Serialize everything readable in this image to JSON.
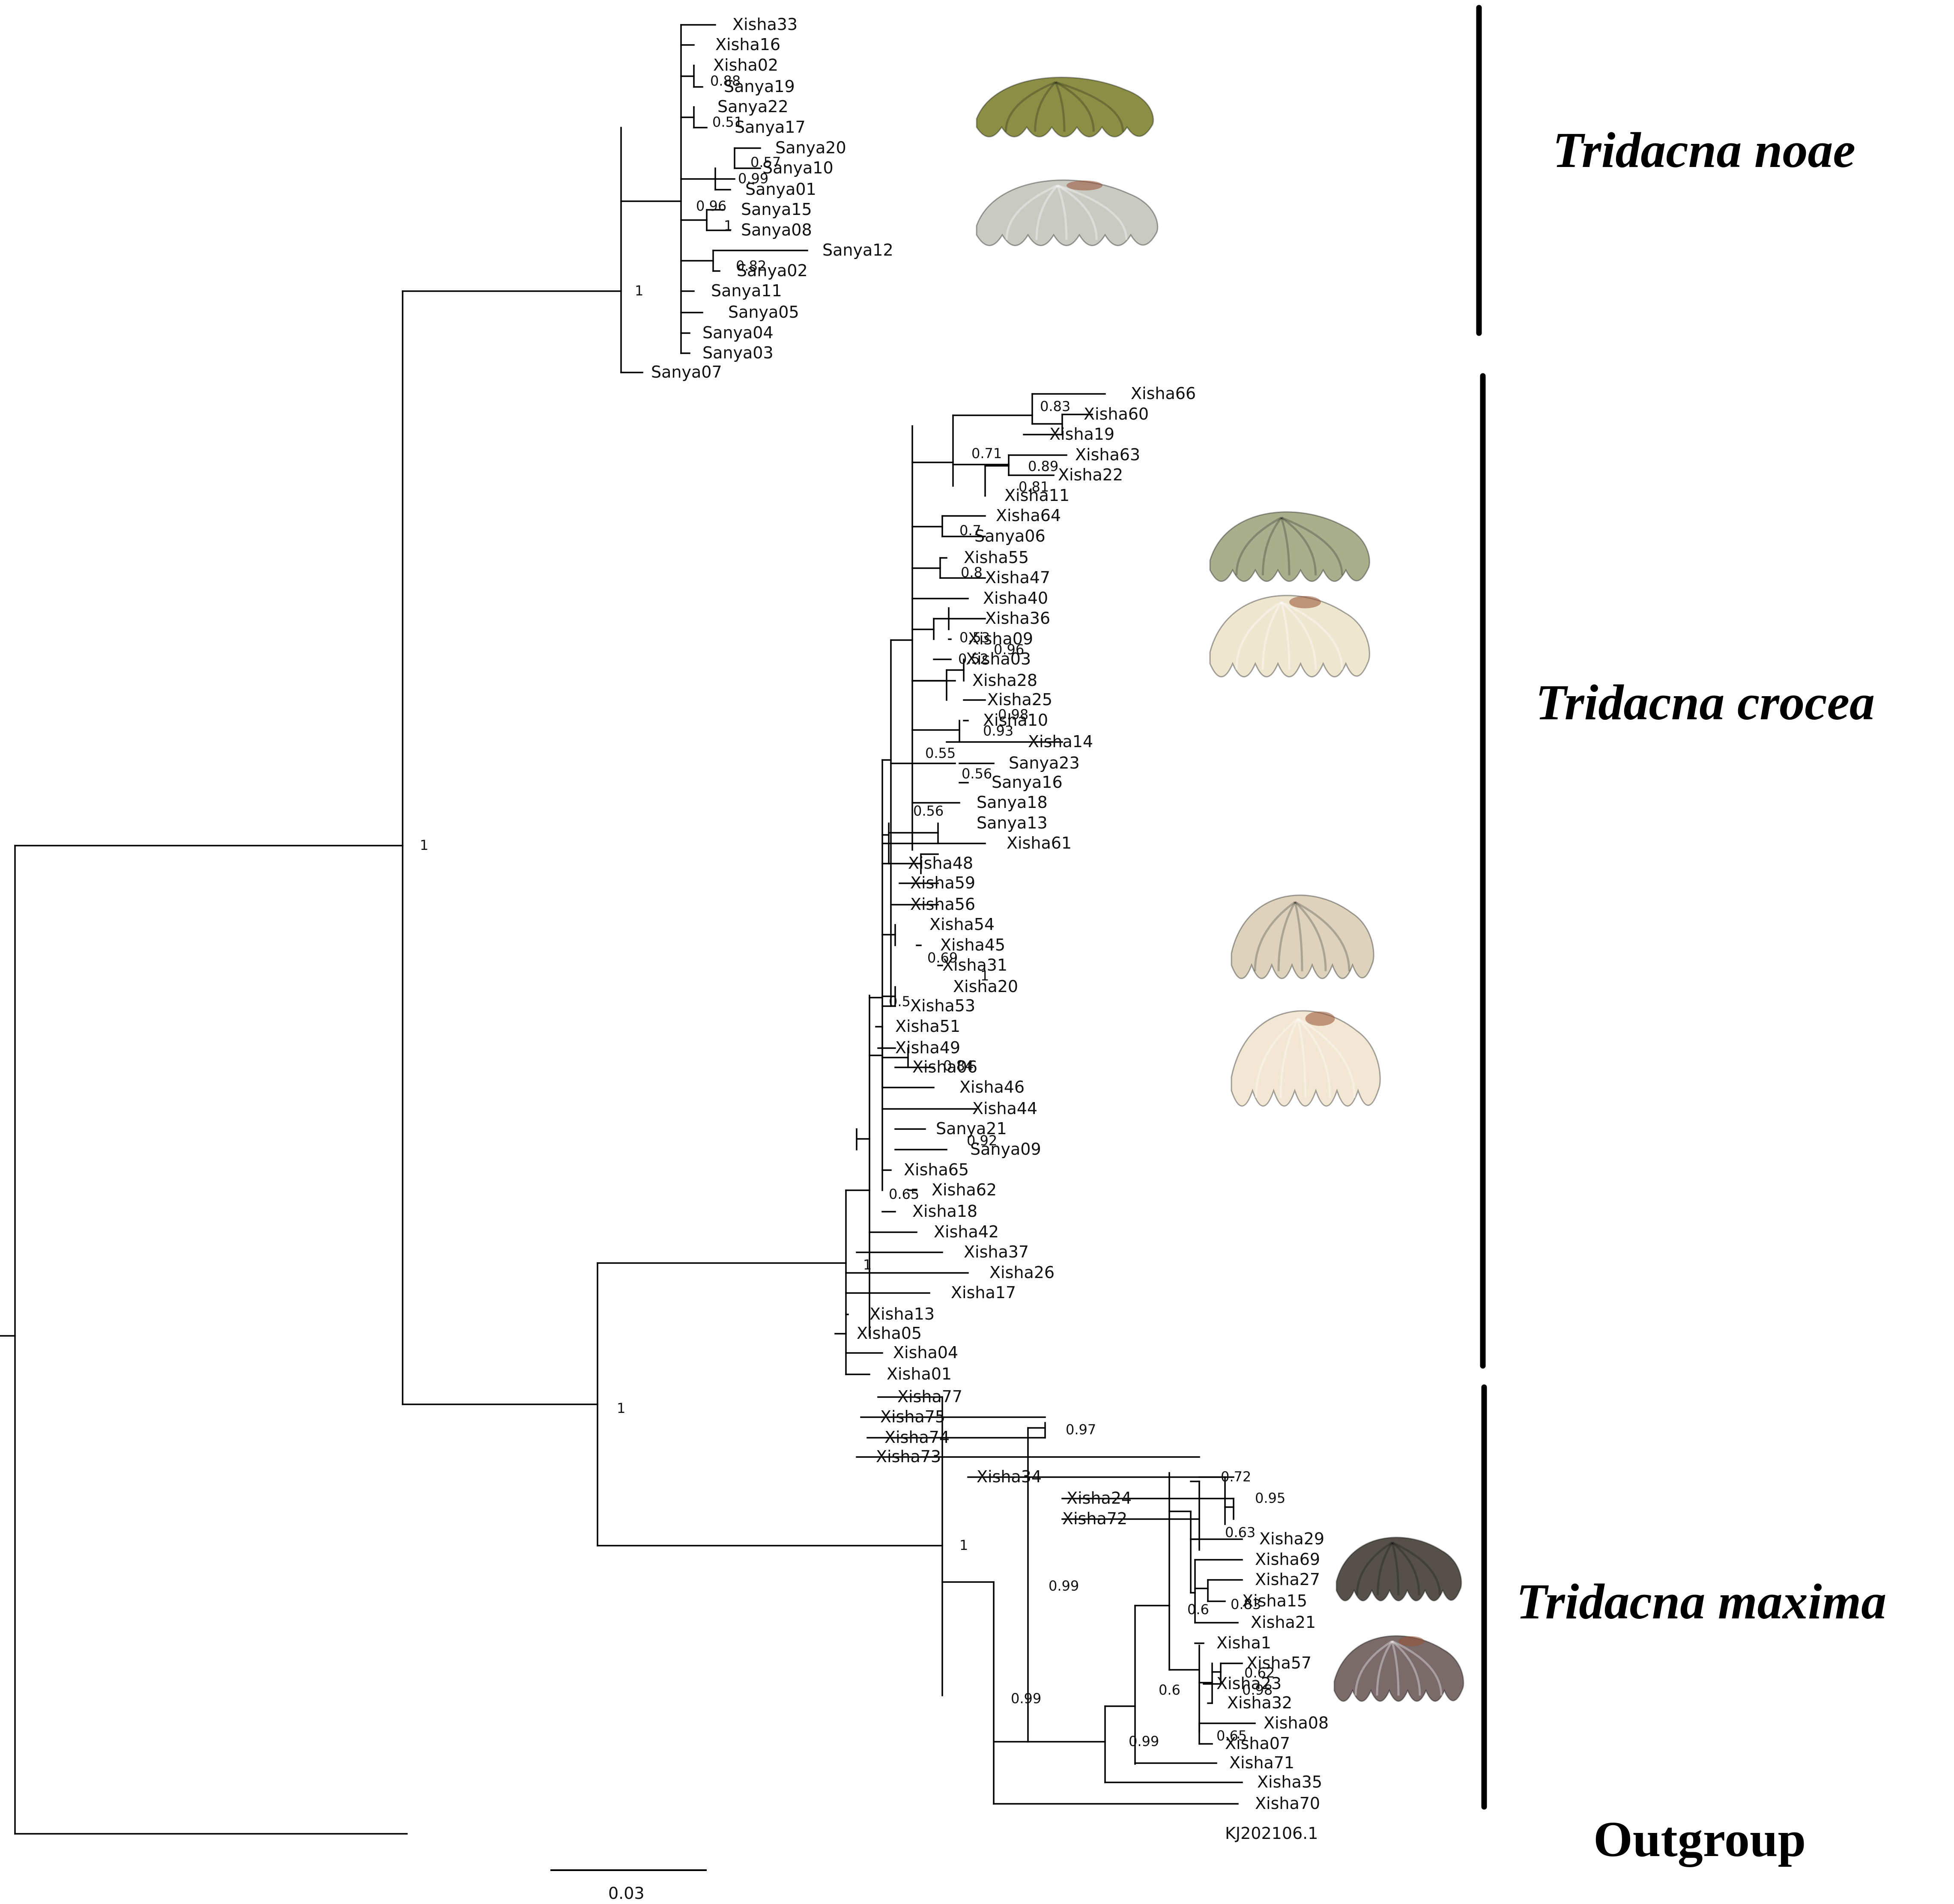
{
  "groups": [
    {
      "id": "noae",
      "label": "Tridacna noae",
      "leaves": [
        "Xisha33",
        "Xisha16",
        "Xisha02",
        "Sanya19",
        "Sanya22",
        "Sanya17",
        "Sanya20",
        "Sanya10",
        "Sanya01",
        "Sanya15",
        "Sanya08",
        "Sanya12",
        "Sanya02",
        "Sanya11",
        "Sanya05",
        "Sanya04",
        "Sanya03",
        "Sanya07"
      ]
    },
    {
      "id": "crocea",
      "label": "Tridacna crocea",
      "leaves": [
        "Xisha66",
        "Xisha60",
        "Xisha19",
        "Xisha63",
        "Xisha22",
        "Xisha11",
        "Xisha64",
        "Sanya06",
        "Xisha55",
        "Xisha47",
        "Xisha40",
        "Xisha36",
        "Xisha09",
        "Xisha03",
        "Xisha28",
        "Xisha25",
        "Xisha10",
        "Xisha14",
        "Sanya23",
        "Sanya16",
        "Sanya18",
        "Sanya13",
        "Xisha61",
        "Xisha48",
        "Xisha59",
        "Xisha56",
        "Xisha54",
        "Xisha45",
        "Xisha31",
        "Xisha20",
        "Xisha53",
        "Xisha51",
        "Xisha49",
        "Xisha06",
        "Xisha46",
        "Xisha44",
        "Sanya21",
        "Sanya09",
        "Xisha65",
        "Xisha62",
        "Xisha18",
        "Xisha42",
        "Xisha37",
        "Xisha26",
        "Xisha17",
        "Xisha13",
        "Xisha05",
        "Xisha04",
        "Xisha01"
      ]
    },
    {
      "id": "maxima",
      "label": "Tridacna maxima",
      "leaves": [
        "Xisha77",
        "Xisha75",
        "Xisha74",
        "Xisha73",
        "Xisha34",
        "Xisha24",
        "Xisha72",
        "Xisha29",
        "Xisha69",
        "Xisha27",
        "Xisha15",
        "Xisha21",
        "Xisha1",
        "Xisha57",
        "Xisha23",
        "Xisha32",
        "Xisha08",
        "Xisha07",
        "Xisha71",
        "Xisha35",
        "Xisha70"
      ]
    },
    {
      "id": "outgroup",
      "label": "Outgroup",
      "leaves": [
        "KJ202106.1"
      ]
    }
  ],
  "support_values": [
    "1",
    "0.88",
    "0.51",
    "0.57",
    "0.99",
    "0.96",
    "1",
    "0.82",
    "1",
    "0.83",
    "0.71",
    "0.89",
    "0.81",
    "0.7",
    "0.8",
    "0.53",
    "0.96",
    "0.52",
    "0.98",
    "0.93",
    "0.55",
    "0.56",
    "0.56",
    "0.69",
    "1",
    "0.5",
    "0.84",
    "0.92",
    "0.65",
    "1",
    "1",
    "0.97",
    "0.72",
    "0.95",
    "0.63",
    "0.6",
    "0.83",
    "0.62",
    "0.98",
    "0.6",
    "0.65",
    "0.99",
    "0.99",
    "0.99",
    "1"
  ],
  "scale_bar": {
    "label": "0.03",
    "value": 0.03
  },
  "shell_photos": [
    {
      "clade": "noae",
      "view": "exterior",
      "color": "#8a8f45"
    },
    {
      "clade": "noae",
      "view": "interior",
      "color": "#c9cbc3"
    },
    {
      "clade": "crocea",
      "view": "exterior",
      "color": "#a9ae8c"
    },
    {
      "clade": "crocea",
      "view": "interior",
      "color": "#efe6d0"
    },
    {
      "clade": "crocea",
      "view": "exterior",
      "color": "#ddd3bc"
    },
    {
      "clade": "crocea",
      "view": "interior",
      "color": "#f1e7d3"
    },
    {
      "clade": "maxima",
      "view": "exterior",
      "color": "#55504a"
    },
    {
      "clade": "maxima",
      "view": "interior",
      "color": "#7a6a6a"
    }
  ]
}
